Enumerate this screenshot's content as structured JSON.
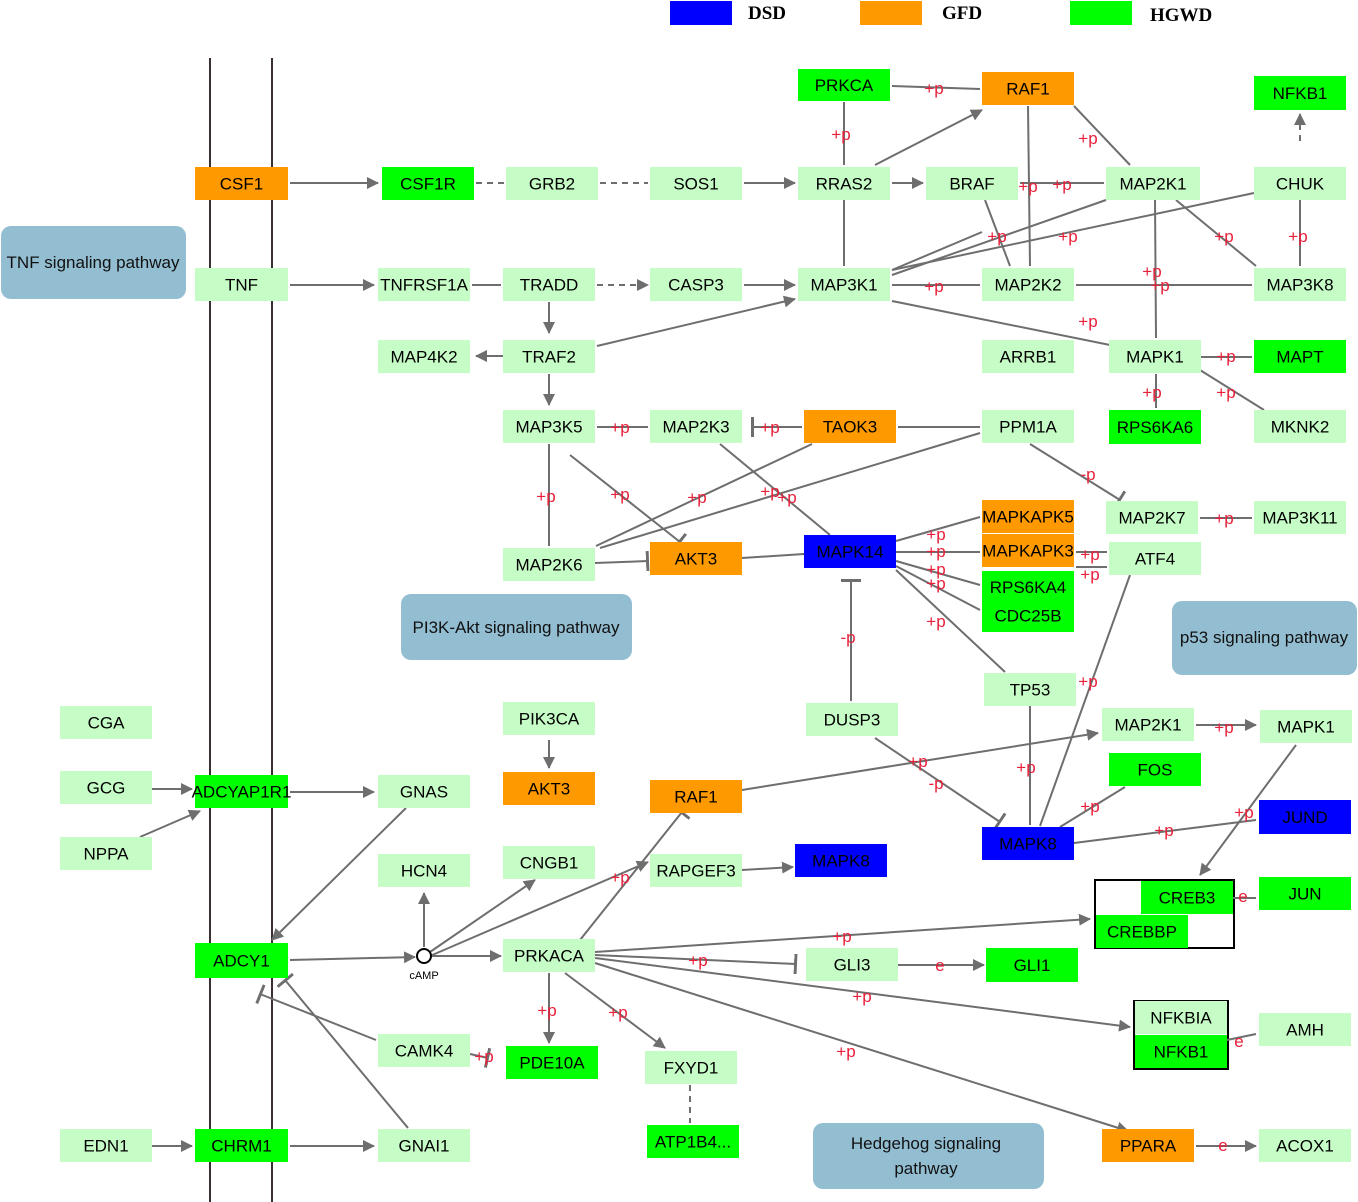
{
  "legend": [
    {
      "label": "DSD",
      "color": "#0000ff"
    },
    {
      "label": "GFD",
      "color": "#ff9900"
    },
    {
      "label": "HGWD",
      "color": "#00ff00"
    }
  ],
  "colors": {
    "gene_default": "#c6fcc6",
    "DSD": "#0000ff",
    "GFD": "#ff9900",
    "HGWD": "#00ff00",
    "pathway_box": "#93bed2",
    "edge": "#6e6e6e",
    "relation": "#e8203a"
  },
  "pathways": {
    "tnf": "TNF signaling pathway",
    "pi3k": "PI3K-Akt signaling pathway",
    "p53": "p53 signaling pathway",
    "hedgehog_line1": "Hedgehog signaling",
    "hedgehog_line2": "pathway"
  },
  "compound": {
    "camp": "cAMP"
  },
  "genes": {
    "PRKCA": "PRKCA",
    "RAF1_top": "RAF1",
    "NFKB1_top": "NFKB1",
    "CSF1": "CSF1",
    "CSF1R": "CSF1R",
    "GRB2": "GRB2",
    "SOS1": "SOS1",
    "RRAS2": "RRAS2",
    "BRAF": "BRAF",
    "MAP2K1_top": "MAP2K1",
    "CHUK": "CHUK",
    "TNF": "TNF",
    "TNFRSF1A": "TNFRSF1A",
    "TRADD": "TRADD",
    "CASP3": "CASP3",
    "MAP3K1": "MAP3K1",
    "MAP2K2": "MAP2K2",
    "MAP3K8": "MAP3K8",
    "MAP4K2": "MAP4K2",
    "TRAF2": "TRAF2",
    "ARRB1": "ARRB1",
    "MAPK1_top": "MAPK1",
    "MAPT": "MAPT",
    "MAP3K5": "MAP3K5",
    "MAP2K3": "MAP2K3",
    "TAOK3": "TAOK3",
    "PPM1A": "PPM1A",
    "RPS6KA6": "RPS6KA6",
    "MKNK2": "MKNK2",
    "MAPKAPK5": "MAPKAPK5",
    "MAPKAPK3": "MAPKAPK3",
    "MAP2K7": "MAP2K7",
    "MAP3K11": "MAP3K11",
    "MAP2K6": "MAP2K6",
    "AKT3_mid": "AKT3",
    "MAPK14": "MAPK14",
    "ATF4": "ATF4",
    "RPS6KA4": "RPS6KA4",
    "CDC25B": "CDC25B",
    "TP53": "TP53",
    "CGA": "CGA",
    "PIK3CA": "PIK3CA",
    "DUSP3": "DUSP3",
    "MAP2K1_bot": "MAP2K1",
    "MAPK1_bot": "MAPK1",
    "GCG": "GCG",
    "ADCYAP1R1": "ADCYAP1R1",
    "GNAS": "GNAS",
    "AKT3_bot": "AKT3",
    "RAF1_bot": "RAF1",
    "FOS": "FOS",
    "NPPA": "NPPA",
    "MAPK8_right": "MAPK8",
    "JUND": "JUND",
    "HCN4": "HCN4",
    "CNGB1": "CNGB1",
    "RAPGEF3": "RAPGEF3",
    "MAPK8_mid": "MAPK8",
    "CREB3": "CREB3",
    "JUN": "JUN",
    "CREBBP": "CREBBP",
    "ADCY1": "ADCY1",
    "PRKACA": "PRKACA",
    "GLI3": "GLI3",
    "GLI1": "GLI1",
    "NFKBIA": "NFKBIA",
    "AMH": "AMH",
    "NFKB1_bot": "NFKB1",
    "CAMK4": "CAMK4",
    "PDE10A": "PDE10A",
    "FXYD1": "FXYD1",
    "EDN1": "EDN1",
    "CHRM1": "CHRM1",
    "GNAI1": "GNAI1",
    "ATP1B4": "ATP1B4...",
    "PPARA": "PPARA",
    "ACOX1": "ACOX1"
  },
  "relations": {
    "p": "+p",
    "m": "-p",
    "e": "e"
  }
}
